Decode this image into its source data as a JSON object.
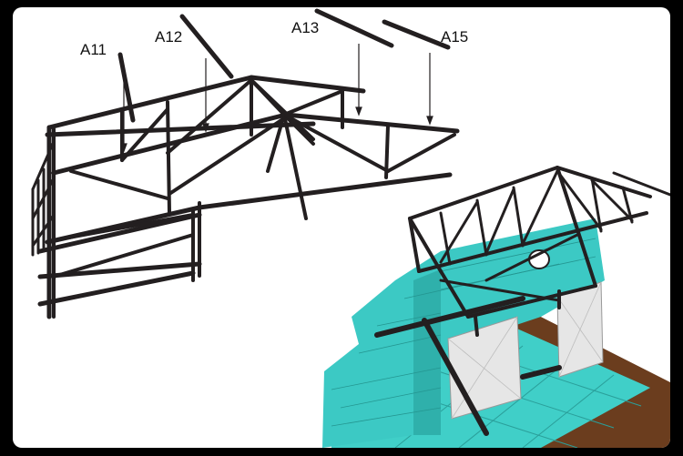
{
  "labels": {
    "a11": "A11",
    "a12": "A12",
    "a13": "A13",
    "a15": "A15"
  },
  "colors": {
    "background": "#000000",
    "panel": "#ffffff",
    "steel": "#231f20",
    "masonry": "#3cc9c4",
    "masonry_dark": "#2fb0ab",
    "wall_panel": "#e6e6e6",
    "floor_tile": "#40cfc8",
    "timber": "#6b3d1e"
  }
}
